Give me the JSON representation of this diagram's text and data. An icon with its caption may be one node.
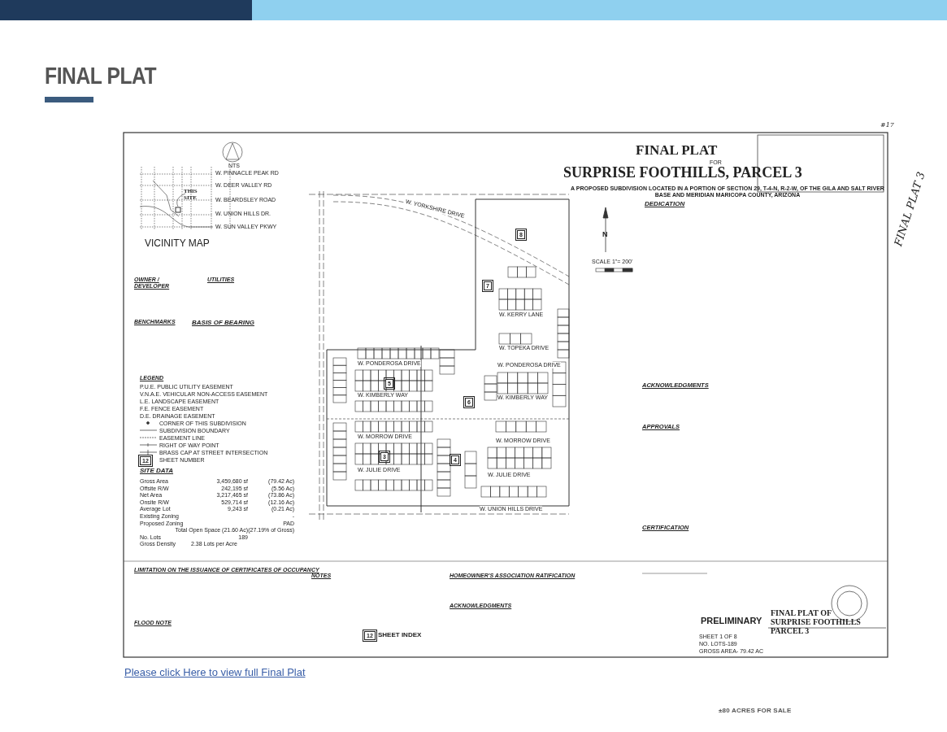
{
  "diagram": {
    "title": "FINAL PLAT",
    "nodes": [
      {
        "text": [
          "8"
        ]
      },
      {
        "text": [
          "7"
        ]
      },
      {
        "text": [
          "5"
        ]
      },
      {
        "text": [
          "6"
        ]
      },
      {
        "text": [
          "12"
        ]
      },
      {
        "text": [
          "4"
        ]
      },
      {
        "text": [
          "3"
        ]
      },
      {
        "text": [
          "12"
        ]
      }
    ],
    "labels": [
      "#17",
      "FINAL PLAT",
      "FOR",
      "SURPRISE FOOTHILLS, PARCEL 3",
      "A PROPOSED SUBDIVISION LOCATED IN A PORTION OF SECTION 29, T-4-N, R-2-W, OF THE GILA AND SALT RIVER BASE AND MERIDIAN MARICOPA COUNTY, ARIZONA",
      "NTS",
      "W. PINNACLE PEAK RD",
      "W. DEER VALLEY RD",
      "W. BEARDSLEY ROAD",
      "W. UNION HILLS DR.",
      "W. SUN VALLEY PKWY",
      "THIS SITE",
      "VICINITY MAP",
      "N",
      "SCALE 1\"= 200'",
      "DEDICATION",
      "FINAL PLAT 3",
      "W. YORKSHIRE DRIVE",
      "OWNER / DEVELOPER",
      "UTILITIES",
      "W. KERRY LANE",
      "W. TOPEKA DRIVE",
      "BENCHMARKS",
      "BASIS OF BEARING",
      "W. PONDEROSA DRIVE",
      "W. PONDEROSA DRIVE",
      "ACKNOWLEDGMENTS",
      "LEGEND",
      "W. KIMBERLY WAY",
      "W. KIMBERLY WAY",
      "APPROVALS",
      "W. MORROW DRIVE",
      "W. MORROW DRIVE",
      "SITE DATA",
      "Gross Area",
      "3,459,680 sf",
      "(79.42 Ac)",
      "Offsite R/W",
      "242,195 sf",
      "(5.56 Ac)",
      "Net Area",
      "3,217,465 sf",
      "(73.86 Ac)",
      "Onsite R/W",
      "529,714 sf",
      "(12.16 Ac)",
      "Average Lot",
      "9,243 sf",
      "(0.21 Ac)",
      "Existing Zoning",
      "-",
      "Proposed Zoning",
      "PAD",
      "Total Open Space (21.60 Ac)",
      "(27.19% of Gross)",
      "No. Lots",
      "189",
      "Gross Density",
      "2.38 Lots per Acre",
      "W. JULIE DRIVE",
      "W. JULIE DRIVE",
      "W. UNION HILLS DRIVE",
      "CERTIFICATION",
      "SHEET INDEX",
      "LIMITATION ON THE ISSUANCE OF CERTIFICATES OF OCCUPANCY",
      "NOTES",
      "HOMEOWNER'S ASSOCIATION RATIFICATION",
      "ACKNOWLEDGMENTS",
      "FLOOD NOTE",
      "PRELIMINARY",
      "FINAL PLAT OF SURPRISE FOOTHILLS PARCEL 3",
      "SHEET 1 OF 8",
      "NO. LOTS-189",
      "GROSS AREA- 79.42 AC",
      "Please click Here to view full Final Plat",
      "±80 ACRES FOR SALE"
    ],
    "legend": [
      {
        "text": "P.U.E. PUBLIC UTILITY EASEMENT"
      },
      {
        "text": "V.N.A.E. VEHICULAR NON-ACCESS EASEMENT"
      },
      {
        "text": "L.E. LANDSCAPE EASEMENT"
      },
      {
        "text": "F.E. FENCE EASEMENT"
      },
      {
        "text": "D.E. DRAINAGE EASEMENT"
      },
      {
        "text": "CORNER OF THIS SUBDIVISION"
      },
      {
        "text": "SUBDIVISION BOUNDARY"
      },
      {
        "text": "EASEMENT LINE"
      },
      {
        "text": "RIGHT OF WAY POINT"
      },
      {
        "text": "BRASS CAP AT STREET INTERSECTION"
      },
      {
        "text": "SHEET NUMBER"
      }
    ]
  }
}
